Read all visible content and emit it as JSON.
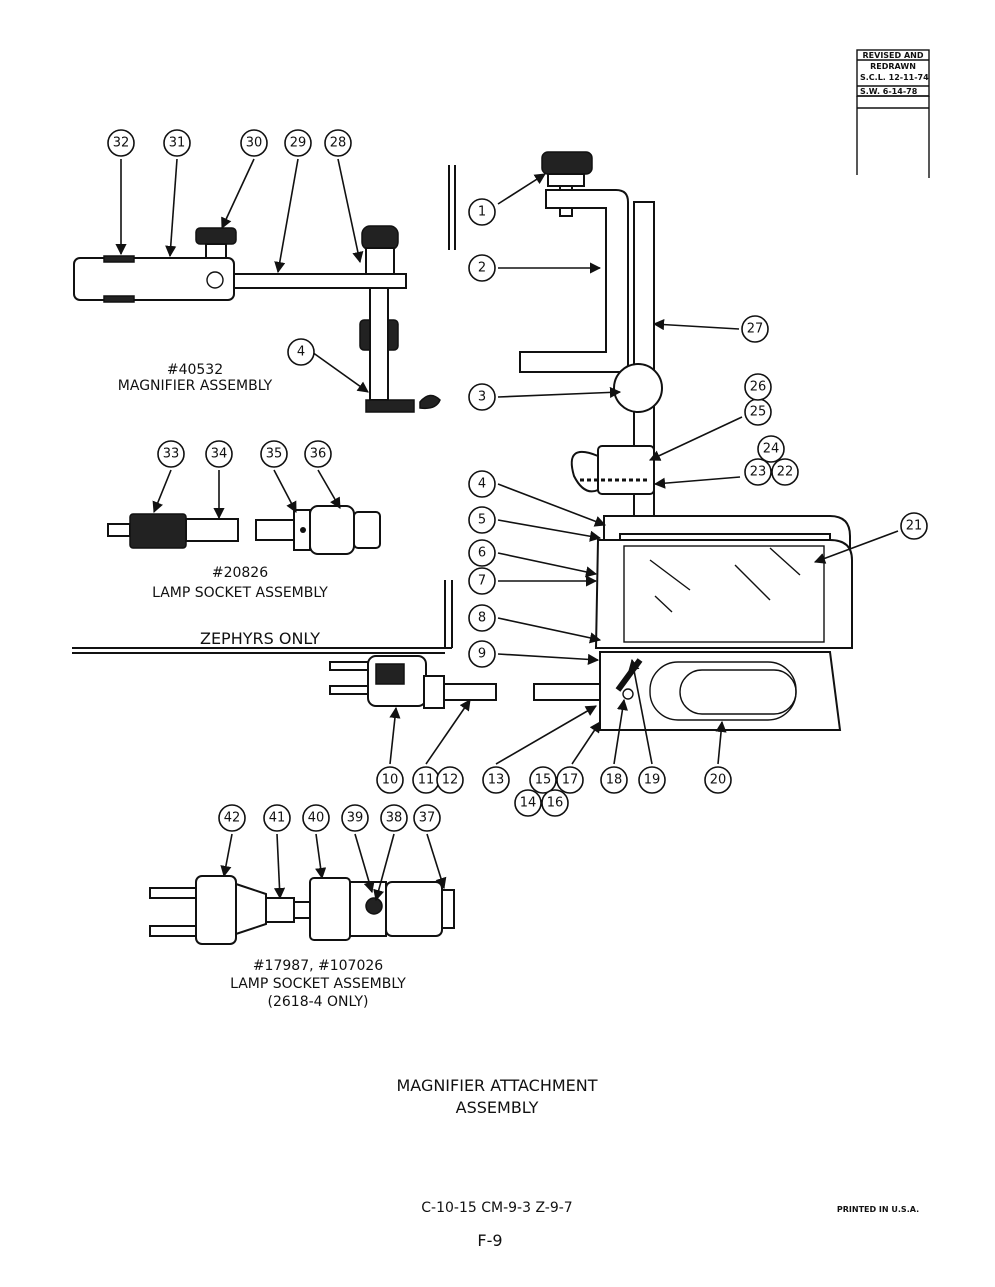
{
  "revision_box": {
    "line1": "REVISED AND",
    "line2": "REDRAWN",
    "line3": "S.C.L. 12-11-74",
    "line4": "S.W. 6-14-78"
  },
  "callouts": [
    "1",
    "2",
    "3",
    "4",
    "5",
    "6",
    "7",
    "8",
    "9",
    "10",
    "11",
    "12",
    "13",
    "14",
    "15",
    "16",
    "17",
    "18",
    "19",
    "20",
    "21",
    "22",
    "23",
    "24",
    "25",
    "26",
    "27",
    "28",
    "29",
    "30",
    "31",
    "32",
    "33",
    "34",
    "35",
    "36",
    "37",
    "38",
    "39",
    "40",
    "41",
    "42"
  ],
  "magnifier_assembly": {
    "ref": "#40532",
    "name": "MAGNIFIER ASSEMBLY"
  },
  "lamp_socket_assembly_a": {
    "ref": "#20826",
    "name": "LAMP SOCKET ASSEMBLY"
  },
  "zephyrs_label": "ZEPHYRS ONLY",
  "lamp_socket_assembly_b": {
    "ref": "#17987, #107026",
    "name": "LAMP SOCKET ASSEMBLY",
    "note": "(2618-4 ONLY)"
  },
  "title": {
    "line1": "MAGNIFIER ATTACHMENT",
    "line2": "ASSEMBLY"
  },
  "footer": {
    "codes": "C-10-15  CM-9-3  Z-9-7",
    "page": "F-9",
    "printed": "PRINTED IN U.S.A."
  }
}
